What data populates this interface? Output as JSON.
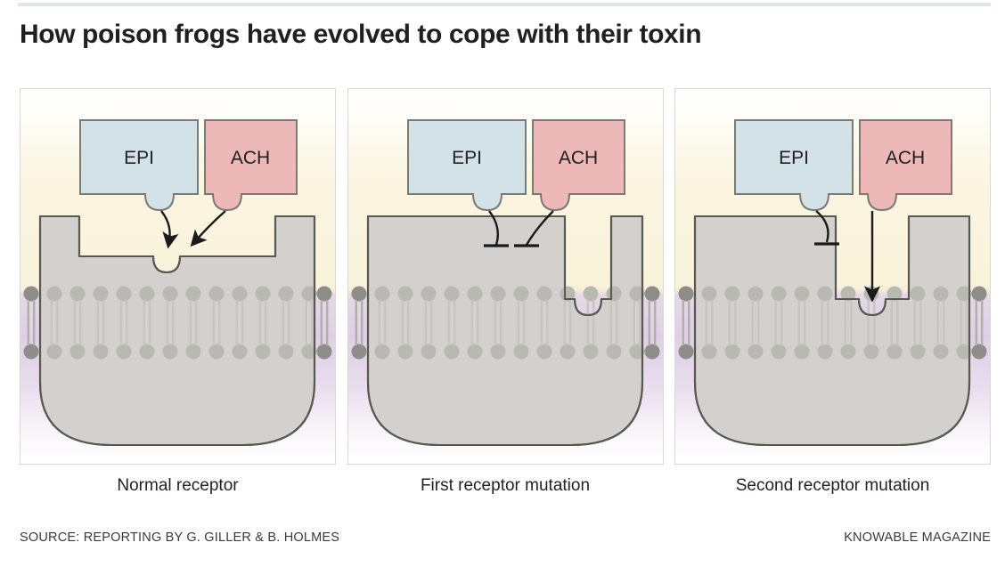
{
  "topbar": {
    "color": "#dde6e9"
  },
  "title": "How poison frogs have evolved to cope with their toxin",
  "legend_molecules": {
    "epi": {
      "label": "EPI",
      "color": "#d3e2e6"
    },
    "ach": {
      "label": "ACH",
      "color": "#edb8b8"
    }
  },
  "colors": {
    "receptor_fill": "#d2d1cd",
    "receptor_stroke": "#595751",
    "lipid_head": "#b9b9b4",
    "lipid_head_edge": "#85857f",
    "extracellular": "#faf3dc",
    "cytoplasm": "#dfcfe6",
    "arrow": "#1b1b1b",
    "panel_border": "#d8d8d4"
  },
  "panels": [
    {
      "caption": "Normal receptor",
      "epi_label": "EPI",
      "ach_label": "ACH",
      "epi_action": "binds",
      "ach_action": "binds",
      "epi_arrow": "curved-arrow-down",
      "ach_arrow": "curved-arrow-down",
      "binding_site": "center",
      "binding_sites_count": 1
    },
    {
      "caption": "First receptor mutation",
      "epi_label": "EPI",
      "ach_label": "ACH",
      "epi_action": "blocked",
      "ach_action": "blocked",
      "epi_arrow": "curved-inhibition-tbar",
      "ach_arrow": "curved-inhibition-tbar",
      "binding_site": "right-offset",
      "binding_sites_count": 1
    },
    {
      "caption": "Second receptor mutation",
      "epi_label": "EPI",
      "ach_label": "ACH",
      "epi_action": "blocked",
      "ach_action": "binds",
      "epi_arrow": "curved-inhibition-tbar",
      "ach_arrow": "straight-arrow-down",
      "binding_site": "right-offset",
      "binding_sites_count": 1
    }
  ],
  "footer": {
    "source": "SOURCE: REPORTING BY G. GILLER & B. HOLMES",
    "credit": "KNOWABLE MAGAZINE"
  }
}
